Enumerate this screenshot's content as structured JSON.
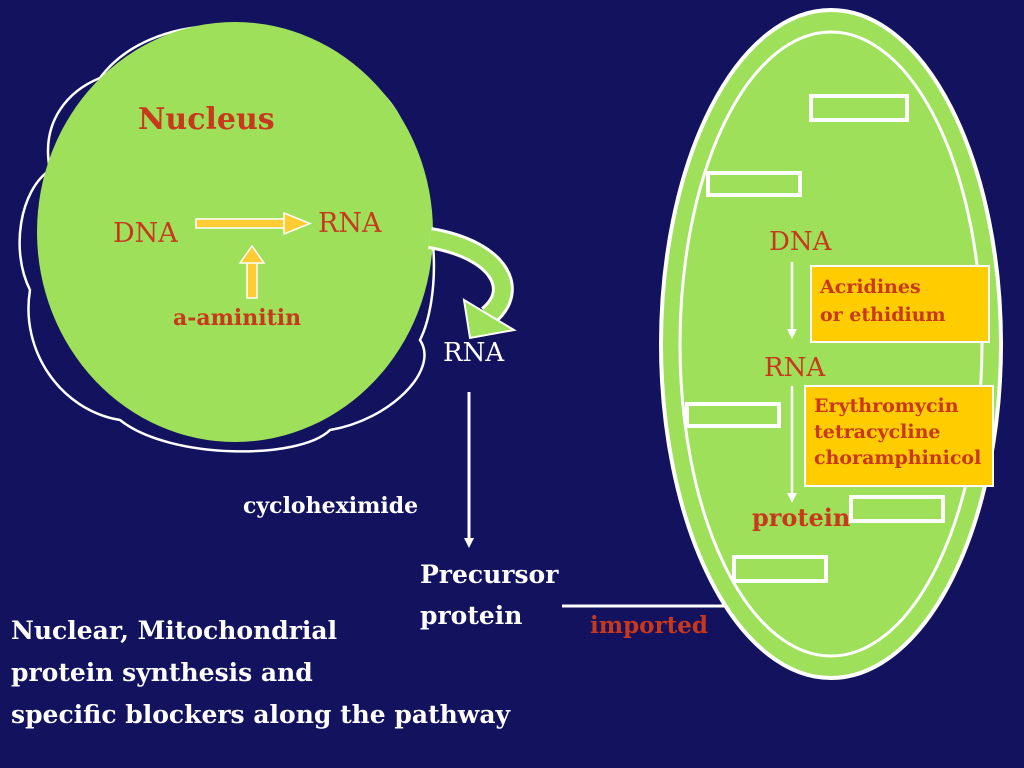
{
  "colors": {
    "background": "#12125e",
    "organelle_fill": "#9ee05a",
    "outline": "#ffffff",
    "label_red": "#c8381c",
    "inhibitor_box": "#ffcc00",
    "arrow_orange": "#ffcc33"
  },
  "nucleus": {
    "title": "Nucleus",
    "dna": "DNA",
    "rna": "RNA",
    "inhibitor": "a-aminitin"
  },
  "cytoplasm": {
    "rna": "RNA",
    "inhibitor": "cycloheximide",
    "precursor_line1": "Precursor",
    "precursor_line2": "protein",
    "imported": "imported"
  },
  "mitochondrion": {
    "dna": "DNA",
    "rna": "RNA",
    "protein": "protein",
    "transcription_blockers": [
      "Acridines",
      "or ethidium"
    ],
    "translation_blockers": [
      "Erythromycin",
      "tetracycline",
      "choramphinicol"
    ]
  },
  "caption": [
    "Nuclear, Mitochondrial",
    "protein synthesis and",
    "specific blockers along the pathway"
  ]
}
